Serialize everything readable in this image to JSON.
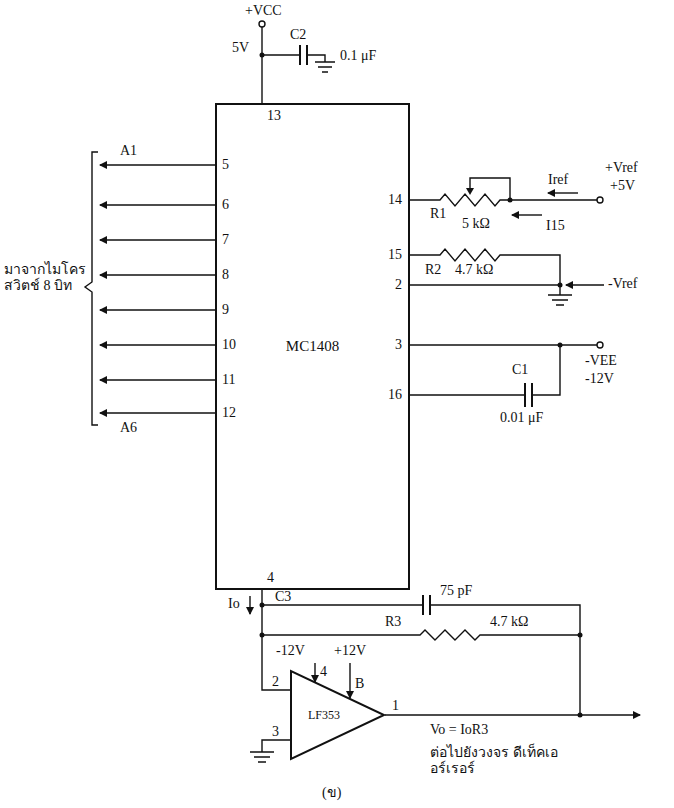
{
  "diagram": {
    "nodes": [
      {
        "text": [
          "MC1408"
        ]
      },
      {
        "text": [
          "LF353"
        ]
      }
    ],
    "edges": [
      {
        "from": 0,
        "to": 1,
        "arrow": "none"
      }
    ],
    "labels": [
      "+VCC",
      "5V",
      "C2",
      "0.1 μF",
      "A1",
      "5",
      "6",
      "7",
      "8",
      "9",
      "10",
      "11",
      "12",
      "A6",
      "13",
      "14",
      "15",
      "2",
      "3",
      "16",
      "4",
      "มาจากไมโคร สวิตช์ 8 บิท",
      "R1",
      "5 kΩ",
      "Iref",
      "I15",
      "+Vref",
      "+5V",
      "R2",
      "4.7 kΩ",
      "-Vref",
      "-VEE",
      "-12V",
      "C1",
      "0.01 μF",
      "Io",
      "C3",
      "75 pF",
      "R3",
      "4.7 kΩ",
      "-12V",
      "+12V",
      "4",
      "B",
      "−",
      "+",
      "2",
      "3",
      "1",
      "Vo = IoR3",
      "ต่อไปยังวงจร ดีเท็คเออร์เรอร์",
      "(ข)"
    ]
  }
}
